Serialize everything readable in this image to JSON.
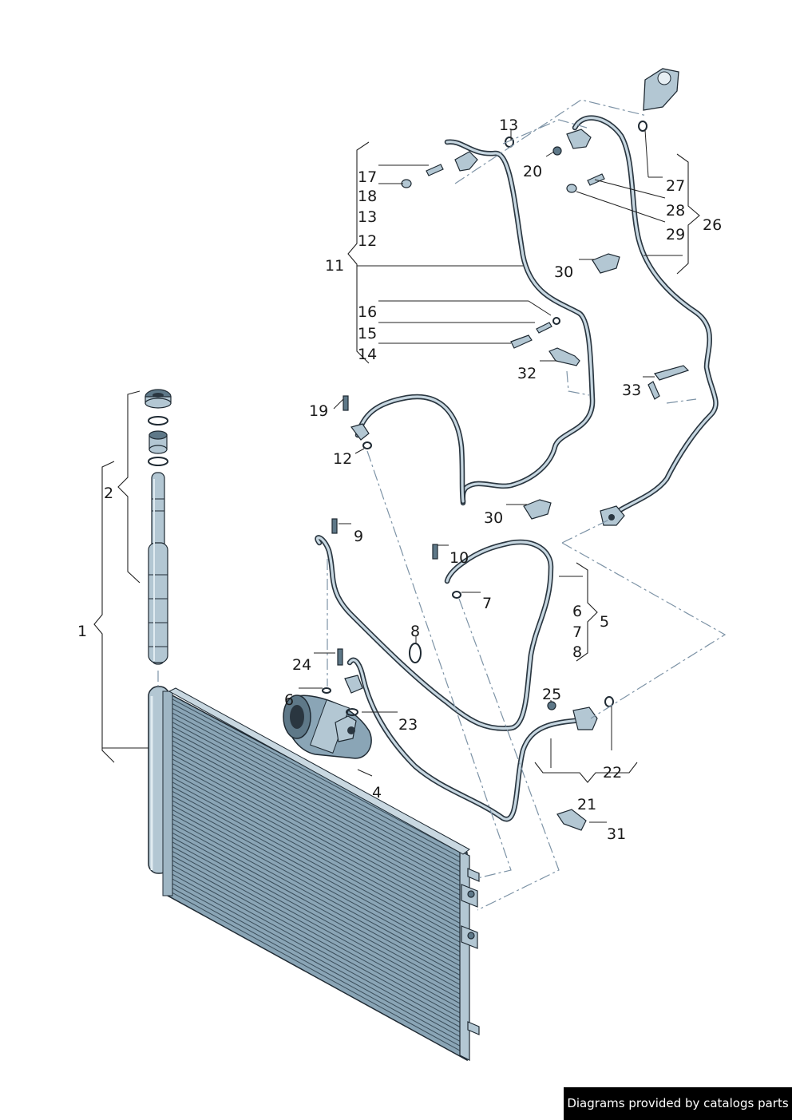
{
  "callouts": [
    {
      "id": "c1",
      "text": "1"
    },
    {
      "id": "c2",
      "text": "2"
    },
    {
      "id": "c4",
      "text": "4"
    },
    {
      "id": "c5",
      "text": "5"
    },
    {
      "id": "c6a",
      "text": "6"
    },
    {
      "id": "c6b",
      "text": "6"
    },
    {
      "id": "c7a",
      "text": "7"
    },
    {
      "id": "c7b",
      "text": "7"
    },
    {
      "id": "c8a",
      "text": "8"
    },
    {
      "id": "c8b",
      "text": "8"
    },
    {
      "id": "c9",
      "text": "9"
    },
    {
      "id": "c10",
      "text": "10"
    },
    {
      "id": "c11",
      "text": "11"
    },
    {
      "id": "c12a",
      "text": "12"
    },
    {
      "id": "c12b",
      "text": "12"
    },
    {
      "id": "c13a",
      "text": "13"
    },
    {
      "id": "c13b",
      "text": "13"
    },
    {
      "id": "c14",
      "text": "14"
    },
    {
      "id": "c15",
      "text": "15"
    },
    {
      "id": "c16",
      "text": "16"
    },
    {
      "id": "c17",
      "text": "17"
    },
    {
      "id": "c18",
      "text": "18"
    },
    {
      "id": "c19",
      "text": "19"
    },
    {
      "id": "c20",
      "text": "20"
    },
    {
      "id": "c21",
      "text": "21"
    },
    {
      "id": "c22",
      "text": "22"
    },
    {
      "id": "c23",
      "text": "23"
    },
    {
      "id": "c24",
      "text": "24"
    },
    {
      "id": "c25",
      "text": "25"
    },
    {
      "id": "c26",
      "text": "26"
    },
    {
      "id": "c27",
      "text": "27"
    },
    {
      "id": "c28",
      "text": "28"
    },
    {
      "id": "c29",
      "text": "29"
    },
    {
      "id": "c30a",
      "text": "30"
    },
    {
      "id": "c30b",
      "text": "30"
    },
    {
      "id": "c31",
      "text": "31"
    },
    {
      "id": "c32",
      "text": "32"
    },
    {
      "id": "c33",
      "text": "33"
    }
  ],
  "credit": "Diagrams provided by catalogs parts",
  "colors": {
    "part_fill": "#b3c7d3",
    "outline": "#1f2a33",
    "dashed_line": "#7d93a6",
    "credit_bg": "#000000"
  }
}
